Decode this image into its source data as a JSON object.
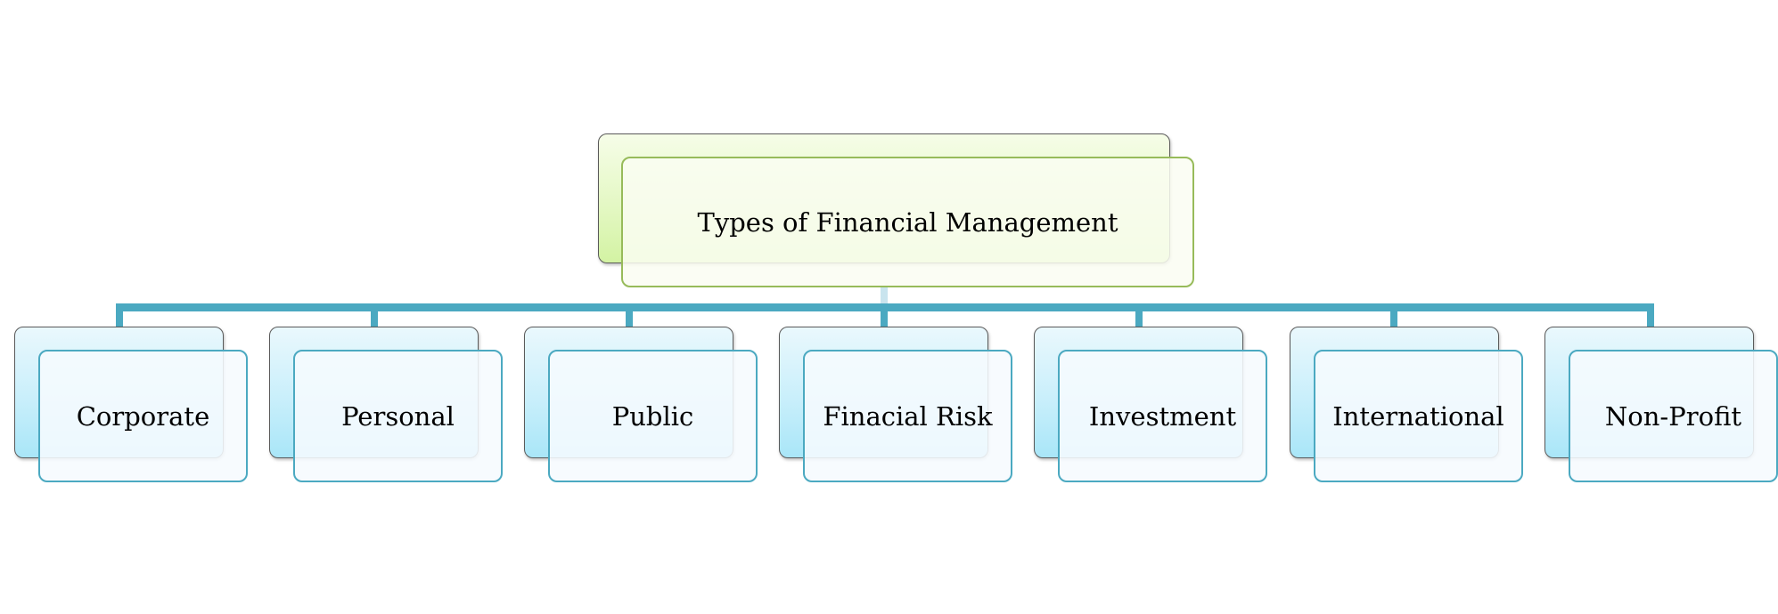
{
  "diagram": {
    "root": {
      "label": "Types of Financial Management"
    },
    "children": [
      {
        "label": "Corporate"
      },
      {
        "label": "Personal"
      },
      {
        "label": "Public"
      },
      {
        "label": "Finacial Risk"
      },
      {
        "label": "Investment"
      },
      {
        "label": "International"
      },
      {
        "label": "Non-Profit"
      }
    ]
  }
}
